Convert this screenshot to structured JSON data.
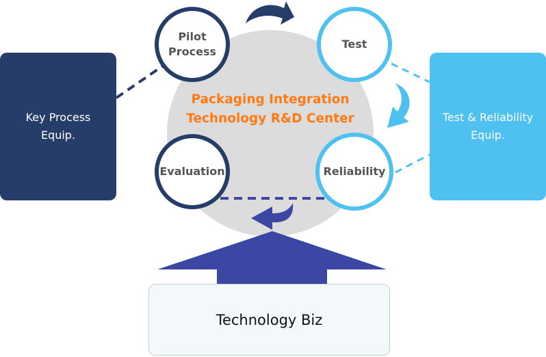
{
  "center": {
    "title": "Packaging Integration\nTechnology R&D Center"
  },
  "nodes": {
    "pilot": "Pilot\nProcess",
    "test": "Test",
    "evaluation": "Evaluation",
    "reliability": "Reliability"
  },
  "left_box": "Key Process\nEquip.",
  "right_box": "Test & Reliability\nEquip.",
  "bottom_box": "Technology Biz",
  "colors": {
    "dark": "#253d68",
    "light": "#4fc1f0",
    "indigo": "#3b47a3",
    "orange": "#ff7a12",
    "gray": "#dcdcdc"
  }
}
